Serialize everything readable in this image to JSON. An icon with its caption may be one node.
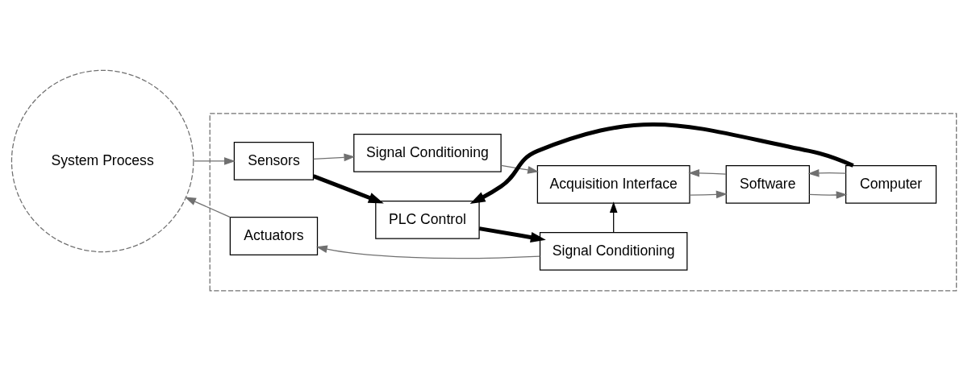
{
  "diagram": {
    "nodes": [
      {
        "text": [
          "System Process"
        ]
      },
      {
        "text": [],
        "shape": "box"
      },
      {
        "text": [
          "Sensors"
        ],
        "in": 1
      },
      {
        "text": [
          "Signal Conditioning"
        ],
        "in": 1
      },
      {
        "text": [
          "PLC Control"
        ],
        "in": 1
      },
      {
        "text": [
          "Acquisition Interface"
        ],
        "in": 1
      },
      {
        "text": [
          "Software"
        ],
        "in": 1
      },
      {
        "text": [
          "Computer"
        ],
        "in": 1
      },
      {
        "text": [
          "Actuators"
        ],
        "in": 1
      },
      {
        "text": [
          "Signal Conditioning"
        ],
        "in": 1
      }
    ],
    "edges": [
      {
        "from": 0,
        "to": 2,
        "arrow": "to"
      },
      {
        "from": 2,
        "to": 3,
        "arrow": "to"
      },
      {
        "from": 3,
        "to": 5,
        "arrow": "to"
      },
      {
        "from": 2,
        "to": 4,
        "arrow": "to",
        "style": "thick",
        "color": "#000000"
      },
      {
        "from": 4,
        "to": 9,
        "arrow": "to",
        "style": "thick",
        "color": "#000000"
      },
      {
        "from": 5,
        "to": 6,
        "arrow": "to"
      },
      {
        "from": 6,
        "to": 5,
        "arrow": "to"
      },
      {
        "from": 6,
        "to": 7,
        "arrow": "to"
      },
      {
        "from": 7,
        "to": 6,
        "arrow": "to"
      },
      {
        "from": 9,
        "to": 8,
        "arrow": "to"
      },
      {
        "from": 9,
        "to": 5,
        "arrow": "to",
        "color": "#000000"
      },
      {
        "from": 7,
        "to": 4,
        "arrow": "to",
        "style": "thick",
        "color": "#000000"
      },
      {
        "from": 8,
        "to": 0,
        "arrow": "to"
      }
    ]
  }
}
